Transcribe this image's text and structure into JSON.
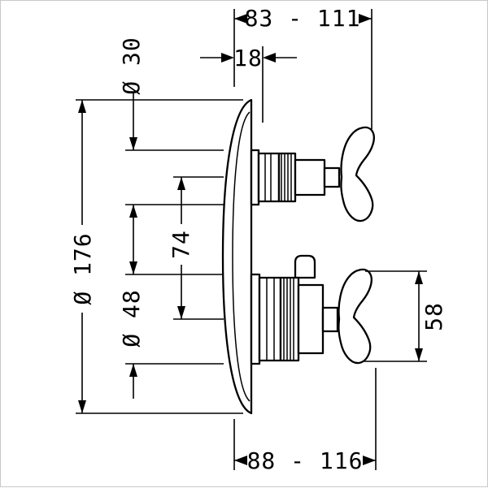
{
  "drawing": {
    "kind": "technical-dimension-drawing",
    "colors": {
      "ink": "#000000",
      "background": "#ffffff",
      "frame": "#c9c9c9"
    },
    "dimensions": {
      "top_span": "83 - 111",
      "wall_offset": "18",
      "small_sleeve_diameter": "Ø 30",
      "plate_diameter": "Ø 176",
      "cartridge_spacing": "74",
      "large_sleeve_diameter": "Ø 48",
      "handle_height": "58",
      "bottom_span": "88 - 116"
    }
  }
}
